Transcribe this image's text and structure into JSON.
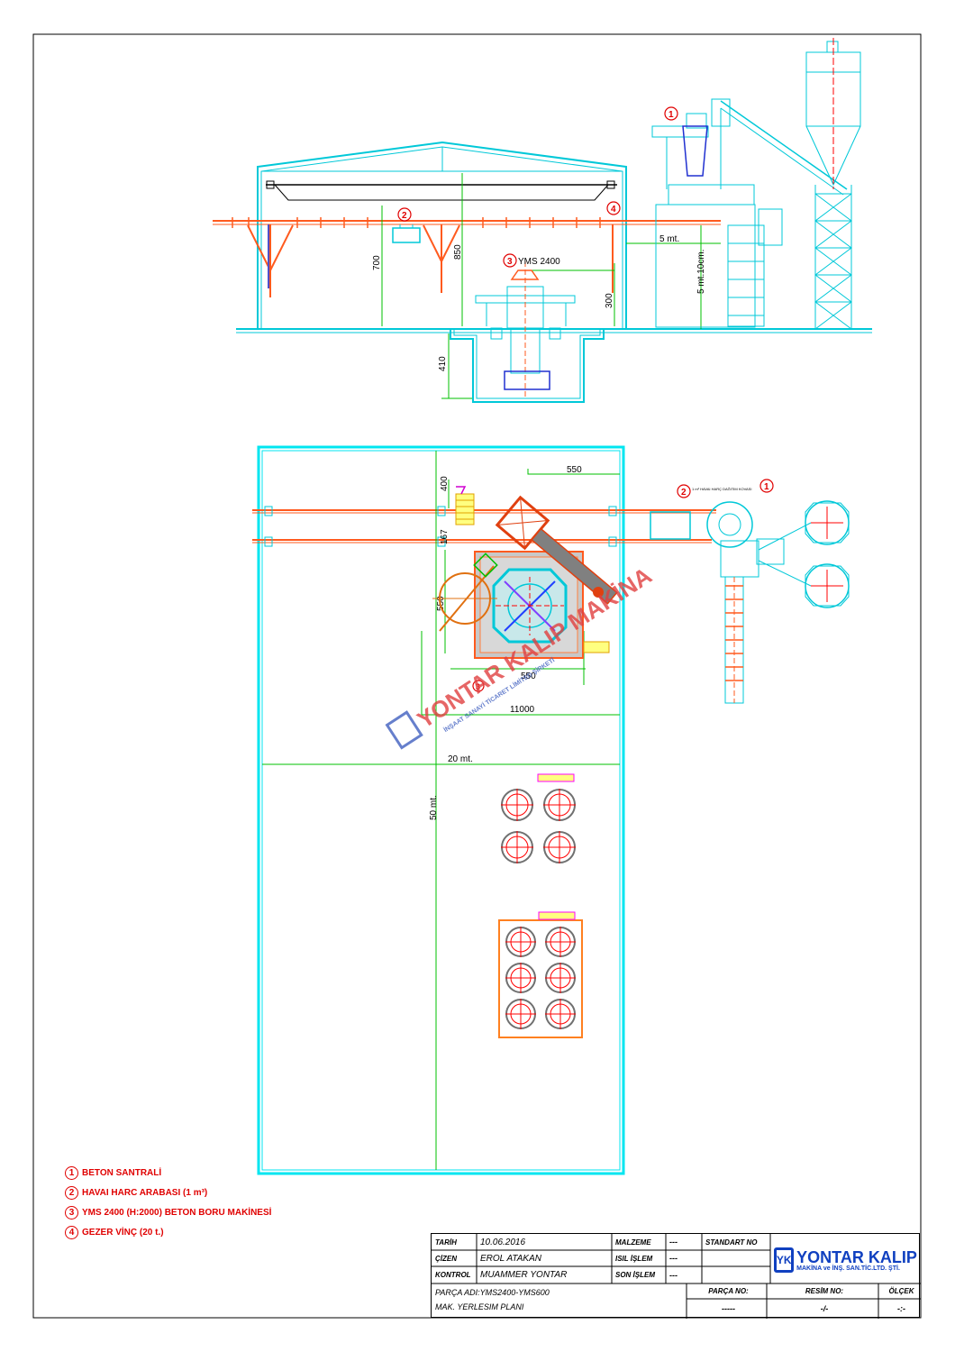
{
  "drawing": {
    "elevation": {
      "callouts": [
        "1",
        "2",
        "3",
        "4"
      ],
      "machine_label": "YMS 2400",
      "dims": [
        "700",
        "850",
        "300",
        "410",
        "5 mt.",
        "5 mt.10cm."
      ]
    },
    "plan": {
      "dims": [
        "550",
        "400",
        "167",
        "550",
        "550",
        "11000",
        "20 mt.",
        "50 mt."
      ],
      "callouts": [
        "1",
        "2",
        "3"
      ],
      "note": "1 m³ HAVAI HARÇ DAĞITIM KOVASI"
    },
    "watermark": {
      "name": "YONTAR KALIP MAKİNA",
      "sub": "İNŞAAT SANAYİ TİCARET LİMİTED ŞİRKETİ"
    }
  },
  "legend": [
    {
      "num": "1",
      "text": "BETON SANTRALİ"
    },
    {
      "num": "2",
      "text": "HAVAI HARC ARABASI (1 m³)"
    },
    {
      "num": "3",
      "text": "YMS 2400 (H:2000) BETON BORU MAKİNESİ"
    },
    {
      "num": "4",
      "text": "GEZER VİNÇ (20 t.)"
    }
  ],
  "title_block": {
    "tarih_label": "TARİH",
    "tarih": "10.06.2016",
    "cizen_label": "ÇİZEN",
    "cizen": "EROL ATAKAN",
    "kontrol_label": "KONTROL",
    "kontrol": "MUAMMER YONTAR",
    "malzeme_label": "MALZEME",
    "malzeme": "---",
    "isil_label": "ISIL İŞLEM",
    "isil": "---",
    "son_label": "SON İŞLEM",
    "son": "---",
    "standart_label": "STANDART NO",
    "parca_adi": "PARÇA ADI:YMS2400-YMS600",
    "aciklama": "MAK. YERLESIM PLANI",
    "parca_no_label": "PARÇA NO:",
    "parca_no": "-----",
    "resim_no_label": "RESİM NO:",
    "resim_no": "-/-",
    "olcek_label": "ÖLÇEK",
    "olcek": "-:-",
    "logo_mark": "YK",
    "logo_name": "YONTAR KALIP",
    "logo_sub": "MAKİNA ve İNŞ. SAN.TİC.LTD. ŞTİ."
  }
}
